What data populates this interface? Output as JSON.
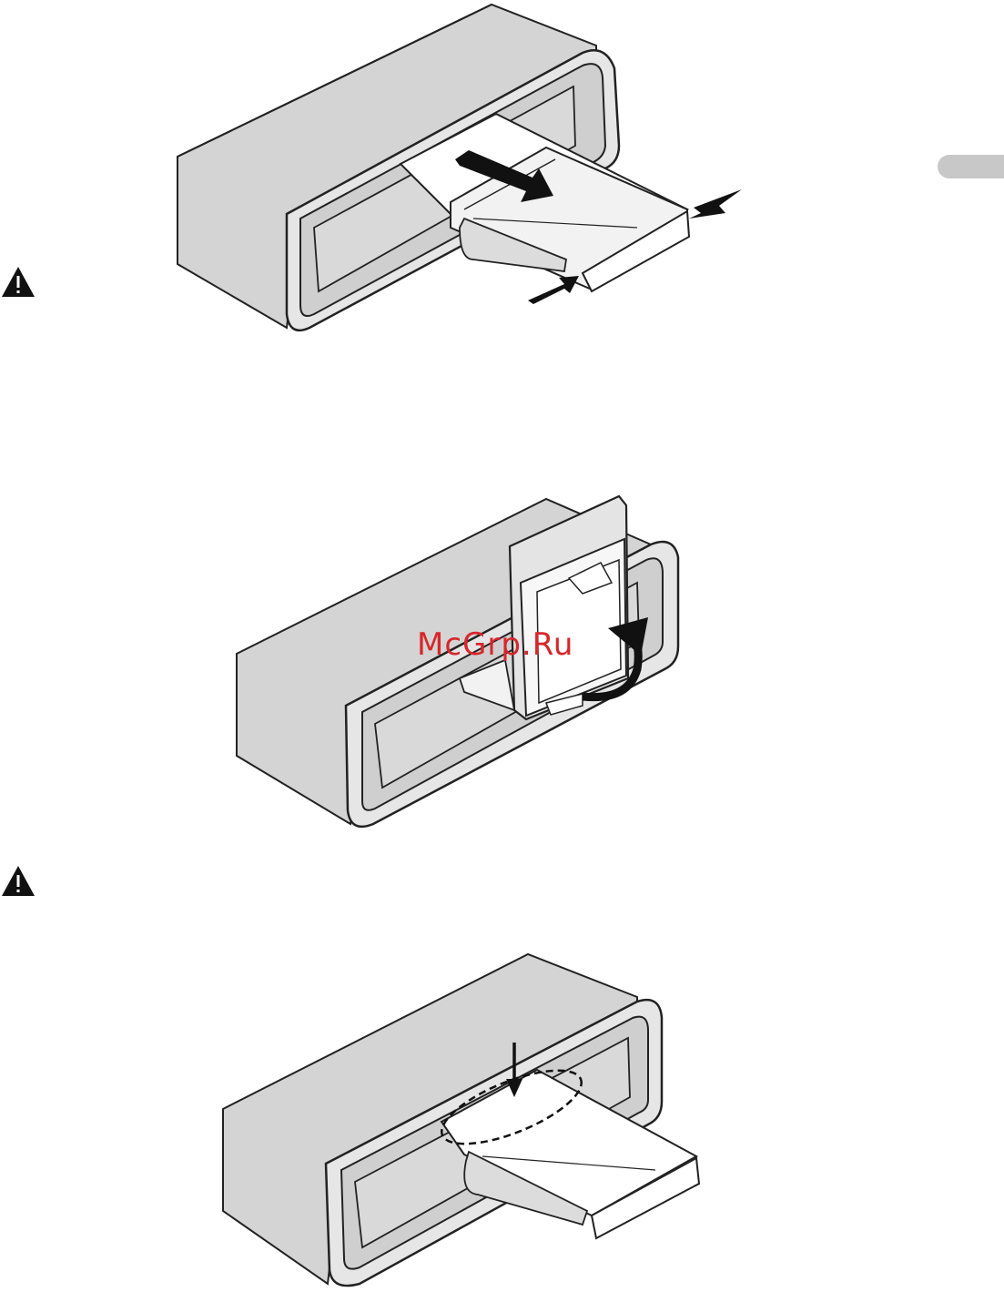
{
  "page": {
    "watermark_text": "McGrp.Ru",
    "watermark_color": "#d8262b",
    "section_tab_color": "#c8c8c8",
    "chassis_color": "#d4d4d4"
  },
  "warnings": [
    {
      "icon": "warning-icon"
    },
    {
      "icon": "warning-icon"
    }
  ],
  "figures": [
    {
      "name": "remove-front-panel-sleeve-illustration"
    },
    {
      "name": "fold-front-panel-illustration"
    },
    {
      "name": "press-tab-illustration"
    }
  ]
}
